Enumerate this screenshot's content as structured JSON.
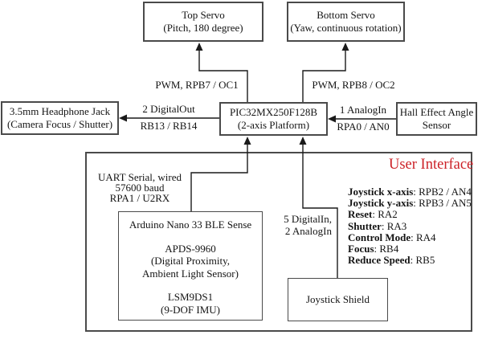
{
  "diagram": {
    "title": "User Interface",
    "colors": {
      "accent_red": "#cc2127",
      "line_black": "#1a1a1a",
      "border_gray": "#4a4a4a"
    },
    "boxes": {
      "top_servo": {
        "line1": "Top Servo",
        "line2": "(Pitch, 180 degree)"
      },
      "bottom_servo": {
        "line1": "Bottom Servo",
        "line2": "(Yaw, continuous rotation)"
      },
      "pic32": {
        "line1": "PIC32MX250F128B",
        "line2": "(2-axis Platform)"
      },
      "headphone": {
        "line1": "3.5mm Headphone Jack",
        "line2": "(Camera Focus / Shutter)"
      },
      "hall": {
        "line1": "Hall Effect Angle",
        "line2": "Sensor"
      },
      "arduino": {
        "line1": "Arduino Nano 33 BLE Sense",
        "line2": "APDS-9960",
        "line3": "(Digital Proximity,",
        "line4": "Ambient Light Sensor)",
        "line5": "LSM9DS1",
        "line6": "(9-DOF IMU)"
      },
      "joystick_shield": {
        "line1": "Joystick Shield"
      }
    },
    "edge_labels": {
      "pwm_oc1": "PWM, RPB7 / OC1",
      "pwm_oc2": "PWM, RPB8 / OC2",
      "digital_out_line1": "2 DigitalOut",
      "digital_out_line2": "RB13 / RB14",
      "analog_in_line1": "1 AnalogIn",
      "analog_in_line2": "RPA0 / AN0",
      "uart_line1": "UART Serial, wired",
      "uart_line2": "57600 baud",
      "uart_line3": "RPA1 / U2RX",
      "joystick_io_line1": "5 DigitalIn,",
      "joystick_io_line2": "2 AnalogIn"
    },
    "pin_list": [
      {
        "label": "Joystick x-axis",
        "value": ": RPB2 / AN4"
      },
      {
        "label": "Joystick y-axis",
        "value": ": RPB3 / AN5"
      },
      {
        "label": "Reset",
        "value": ": RA2"
      },
      {
        "label": "Shutter",
        "value": ": RA3"
      },
      {
        "label": "Control Mode",
        "value": ": RA4"
      },
      {
        "label": "Focus",
        "value": ": RB4"
      },
      {
        "label": "Reduce Speed",
        "value": ": RB5"
      }
    ]
  }
}
